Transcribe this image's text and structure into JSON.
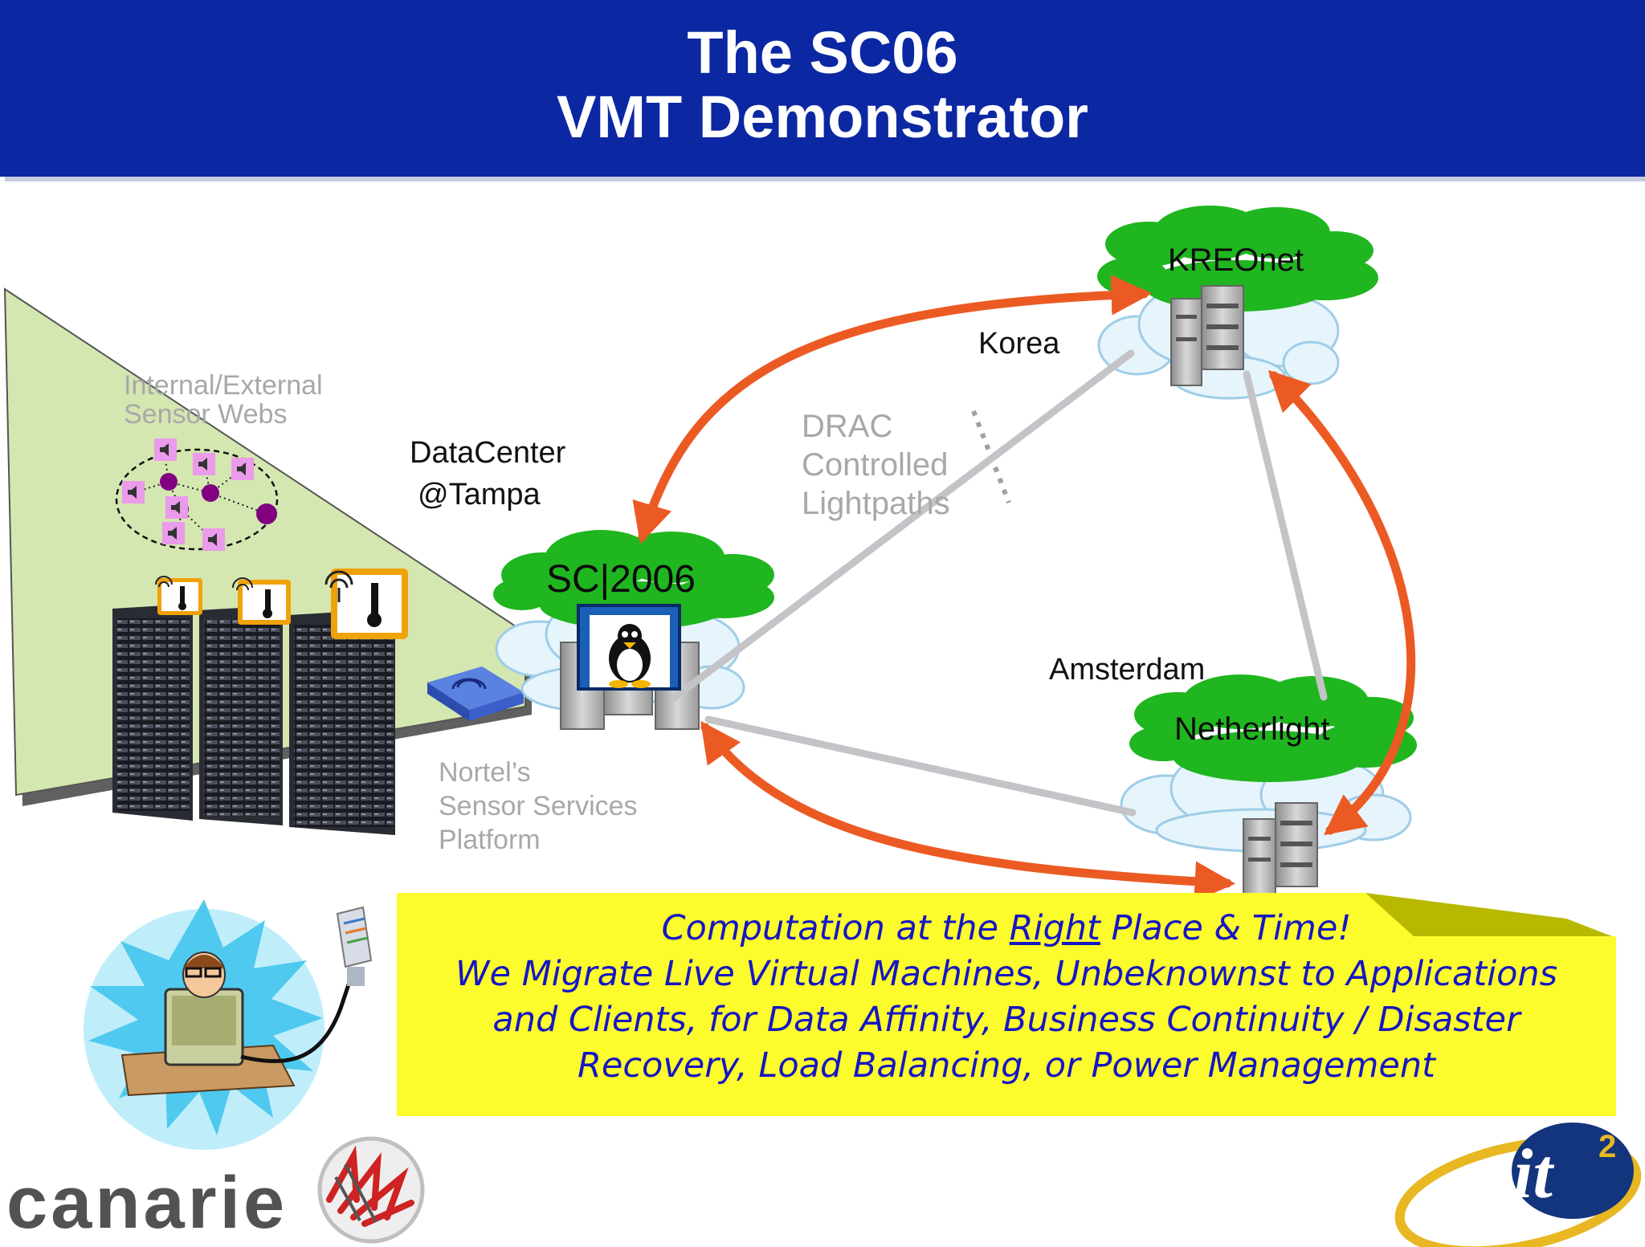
{
  "header": {
    "title_line1": "The SC06",
    "title_line2": "VMT Demonstrator"
  },
  "labels": {
    "sensor_webs_line1": "Internal/External",
    "sensor_webs_line2": "Sensor Webs",
    "datacenter_line1": "DataCenter",
    "datacenter_line2": "@Tampa",
    "drac_line1": "DRAC",
    "drac_line2": "Controlled",
    "drac_line3": "Lightpaths",
    "korea": "Korea",
    "amsterdam": "Amsterdam",
    "nortel_line1": "Nortel’s",
    "nortel_line2": "Sensor Services",
    "nortel_line3": "Platform"
  },
  "clouds": {
    "kreonet": "KREOnet",
    "sc2006": "SC|2006",
    "netherlight": "Netherlight"
  },
  "callout": {
    "line1_before": "Computation at the ",
    "line1_underlined": "Right",
    "line1_after": " Place & Time!",
    "line2": "We Migrate Live Virtual Machines, Unbeknownst to Applications",
    "line3": "and Clients, for Data Affinity, Business Continuity / Disaster",
    "line4": "Recovery, Load Balancing, or Power Management"
  },
  "logos": {
    "canarie": "canarie",
    "it2_main": "it",
    "it2_sup": "2"
  },
  "colors": {
    "header_bg": "#0c27a2",
    "arrow": "#ec5a24",
    "lightpath": "#c4c4c8",
    "cloud_green": "#1fb61f",
    "cloud_blue": "#e6f4fb",
    "callout_bg": "#fcfc2d",
    "callout_text": "#1616c2",
    "sensor_magenta": "#ea9bea",
    "sensor_node": "#800080"
  },
  "icons": [
    "server-rack-icon",
    "server-icon",
    "linux-penguin-icon",
    "wireless-sensor-icon",
    "thermometer-icon",
    "speaker-icon",
    "network-hub-icon",
    "person-at-computer-icon",
    "network-cable-icon",
    "maple-leaf-icon"
  ]
}
